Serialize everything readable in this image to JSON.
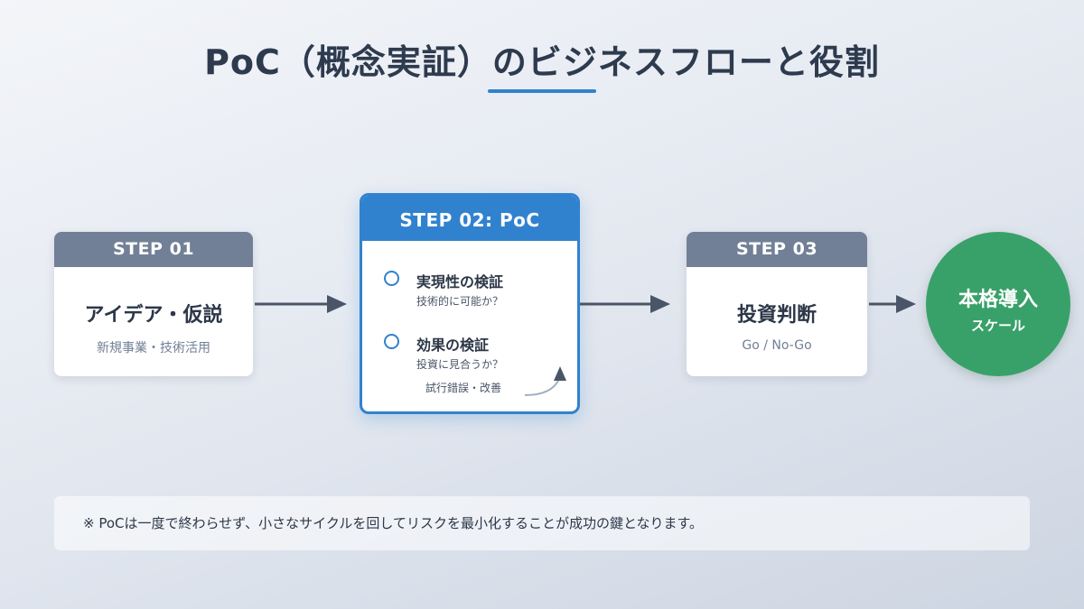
{
  "title": "PoC（概念実証）のビジネスフローと役割",
  "steps": [
    {
      "header": "STEP 01",
      "main": "アイデア・仮説",
      "sub": "新規事業・技術活用"
    },
    {
      "header": "STEP 02: PoC",
      "items": [
        {
          "title": "実現性の検証",
          "sub": "技術的に可能か？"
        },
        {
          "title": "効果の検証",
          "sub": "投資に見合うか？"
        }
      ],
      "iteration_note": "試行錯誤・改善"
    },
    {
      "header": "STEP 03",
      "main": "投資判断",
      "sub": "Go / No-Go"
    }
  ],
  "final": {
    "main": "本格導入",
    "sub": "スケール"
  },
  "note": "※ PoCは一度で終わらせず、小さなサイクルを回してリスクを最小化することが成功の鍵となります。",
  "colors": {
    "accent": "#3182ce",
    "step_header": "#718096",
    "final": "#38a169",
    "arrow": "#4a5568",
    "title": "#2e3a4e"
  },
  "icons": [
    "check-circle-icon",
    "arrow-right-icon",
    "loop-arrow-icon"
  ]
}
